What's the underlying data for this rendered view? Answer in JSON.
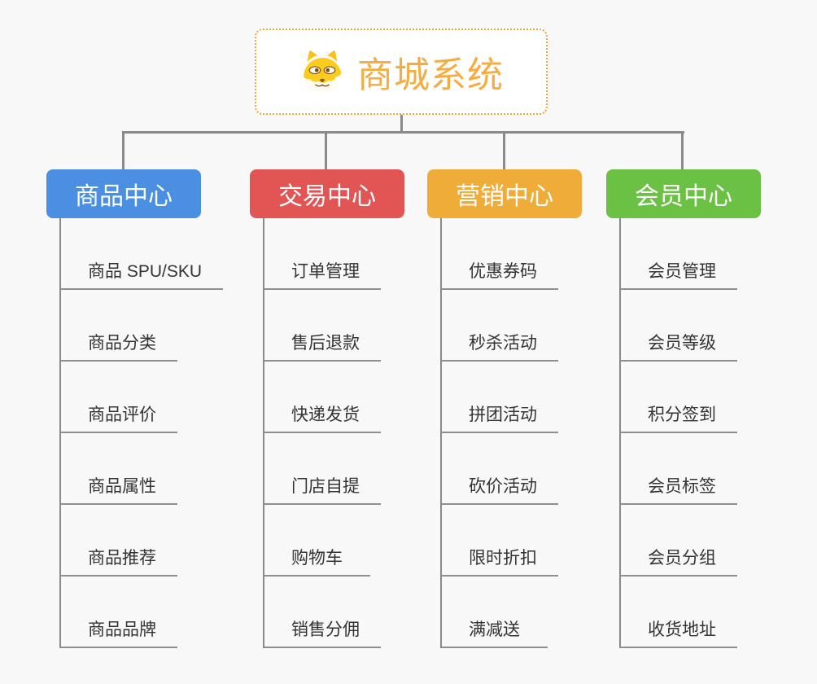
{
  "page": {
    "background_color": "#f8f8f8",
    "connector_color": "#8a8a8a"
  },
  "root": {
    "title": "商城系统",
    "icon": "shiba-dog-icon",
    "border_color": "#f2a43c",
    "title_color": "#f5ad42"
  },
  "branches": [
    {
      "label": "商品中心",
      "color": "#4a8fe2",
      "items": [
        "商品 SPU/SKU",
        "商品分类",
        "商品评价",
        "商品属性",
        "商品推荐",
        "商品品牌"
      ]
    },
    {
      "label": "交易中心",
      "color": "#e15654",
      "items": [
        "订单管理",
        "售后退款",
        "快递发货",
        "门店自提",
        "购物车",
        "销售分佣"
      ]
    },
    {
      "label": "营销中心",
      "color": "#efac38",
      "items": [
        "优惠券码",
        "秒杀活动",
        "拼团活动",
        "砍价活动",
        "限时折扣",
        "满减送"
      ]
    },
    {
      "label": "会员中心",
      "color": "#6bc144",
      "items": [
        "会员管理",
        "会员等级",
        "积分签到",
        "会员标签",
        "会员分组",
        "收货地址"
      ]
    }
  ]
}
